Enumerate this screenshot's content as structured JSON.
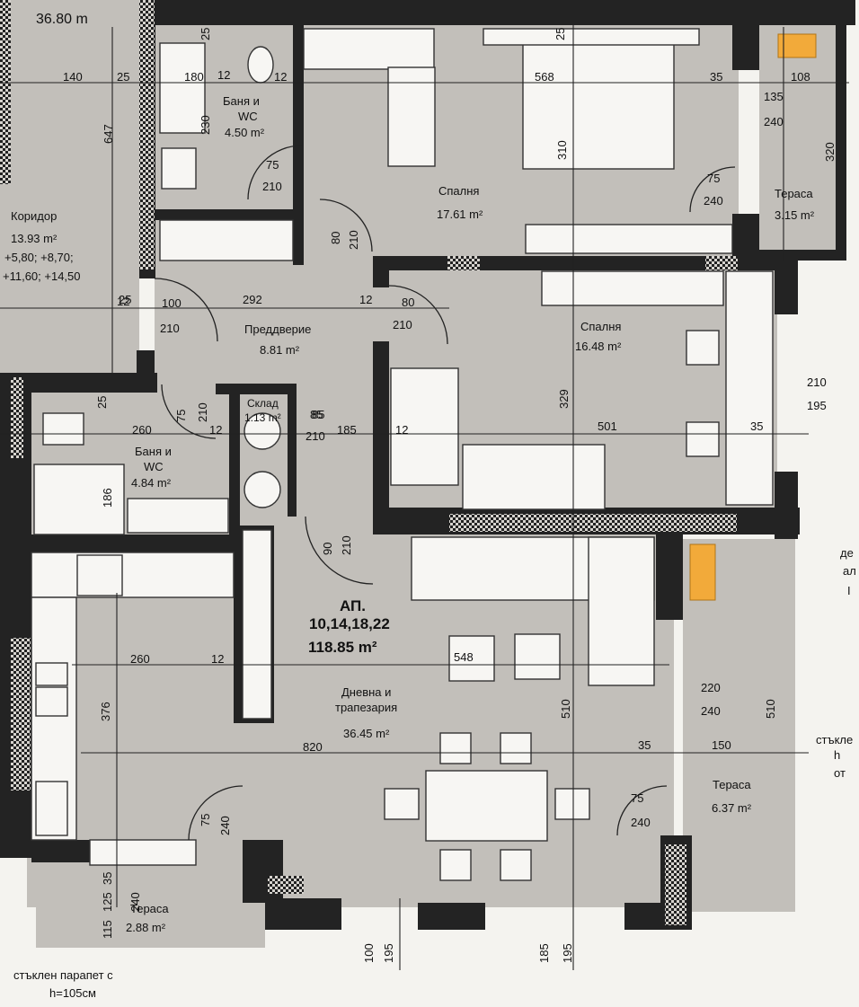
{
  "apartment": {
    "label": "АП.",
    "numbers": "10,14,18,22",
    "area": "118.85 m²"
  },
  "rooms": [
    {
      "id": "corridor",
      "name": "Коридор",
      "area": "13.93 m²",
      "extra1": "+5,80; +8,70;",
      "extra2": "+11,60; +14,50"
    },
    {
      "id": "corridor_top",
      "area": "36.80 m"
    },
    {
      "id": "bath1",
      "name": "Баня и",
      "name2": "WC",
      "area": "4.50 m²"
    },
    {
      "id": "bedroom1",
      "name": "Спалня",
      "area": "17.61 m²"
    },
    {
      "id": "terrace1",
      "name": "Тераса",
      "area": "3.15 m²"
    },
    {
      "id": "hall",
      "name": "Преддверие",
      "area": "8.81 m²"
    },
    {
      "id": "bedroom2",
      "name": "Спалня",
      "area": "16.48 m²"
    },
    {
      "id": "storage",
      "name": "Склад",
      "area": "1.13 m²"
    },
    {
      "id": "bath2",
      "name": "Баня и",
      "name2": "WC",
      "area": "4.84 m²"
    },
    {
      "id": "living",
      "name": "Дневна и",
      "name2": "трапезария",
      "area": "36.45 m²"
    },
    {
      "id": "terrace2",
      "name": "Тераса",
      "area": "6.37 m²"
    },
    {
      "id": "terrace3",
      "name": "Тераса",
      "area": "2.88 m²"
    }
  ],
  "dimensions": [
    "140",
    "25",
    "180",
    "12",
    "568",
    "35",
    "108",
    "135",
    "240",
    "320",
    "647",
    "25",
    "230",
    "75",
    "210",
    "310",
    "25",
    "75",
    "240",
    "80",
    "210",
    "292",
    "12",
    "80",
    "210",
    "85",
    "100",
    "210",
    "12",
    "329",
    "210",
    "195",
    "260",
    "75",
    "210",
    "12",
    "85",
    "210",
    "185",
    "12",
    "501",
    "35",
    "186",
    "25",
    "90",
    "210",
    "260",
    "12",
    "548",
    "376",
    "510",
    "220",
    "240",
    "510",
    "820",
    "35",
    "150",
    "75",
    "240",
    "35",
    "125",
    "240",
    "115",
    "75",
    "240",
    "100",
    "195",
    "185",
    "195",
    "12",
    "25"
  ],
  "notes": {
    "parapet1": "стъклен парапет с",
    "parapet2": "h=105см",
    "right1": "стъкле",
    "right2": "h",
    "right3": "от",
    "right4": "де",
    "right5": "ал",
    "right6": "I"
  },
  "colors": {
    "wall": "#232323",
    "floor": "#c2bfba",
    "fixture": "#f7f6f3",
    "accent": "#f2aa3a"
  }
}
